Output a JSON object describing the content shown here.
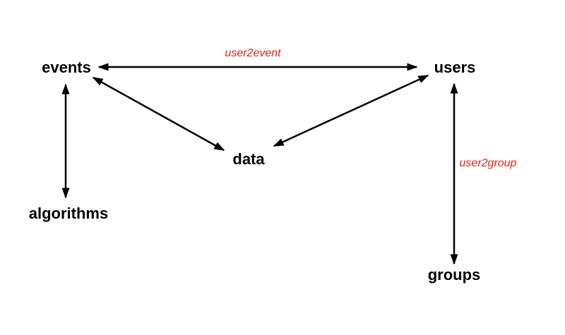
{
  "diagram": {
    "background": "#ffffff",
    "nodes": [
      {
        "id": "events",
        "label": "events"
      },
      {
        "id": "users",
        "label": "users"
      },
      {
        "id": "data",
        "label": "data"
      },
      {
        "id": "algorithms",
        "label": "algorithms"
      },
      {
        "id": "groups",
        "label": "groups"
      }
    ],
    "edges": [
      {
        "from": "events",
        "to": "users",
        "label": "user2event",
        "bidirectional": true
      },
      {
        "from": "events",
        "to": "data",
        "label": "",
        "bidirectional": true
      },
      {
        "from": "events",
        "to": "algorithms",
        "label": "",
        "bidirectional": true
      },
      {
        "from": "users",
        "to": "data",
        "label": "",
        "bidirectional": true
      },
      {
        "from": "users",
        "to": "groups",
        "label": "user2group",
        "bidirectional": true
      }
    ],
    "colors": {
      "node_text": "#000000",
      "arrow": "#000000",
      "edge_label_text": "#e22415"
    }
  }
}
